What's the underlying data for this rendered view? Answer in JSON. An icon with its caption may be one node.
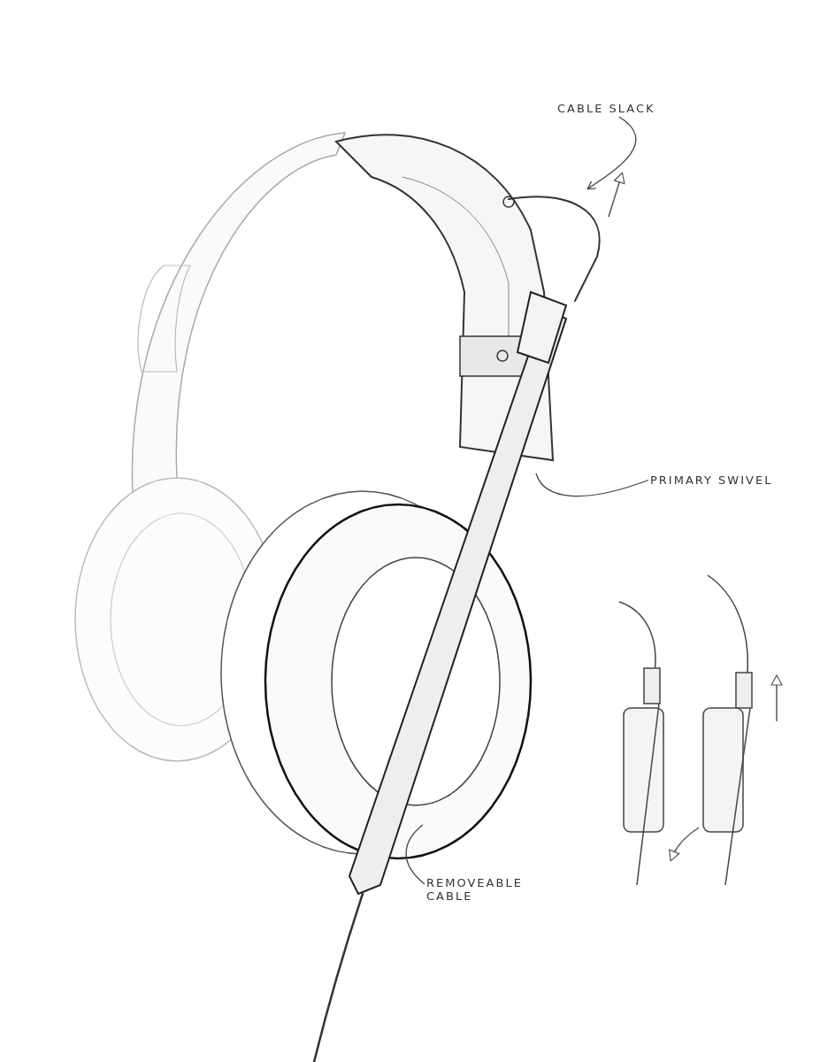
{
  "diagram": {
    "nodes": [
      {
        "text": [
          "CABLE SLACK"
        ]
      },
      {
        "text": [
          "PRIMARY SWIVEL"
        ]
      },
      {
        "text": [
          "REMOVEABLE CABLE"
        ]
      }
    ],
    "edges": [
      {
        "from": 0,
        "to": null,
        "arrow": "to"
      },
      {
        "from": 1,
        "to": null,
        "arrow": "none"
      },
      {
        "from": 2,
        "to": null,
        "arrow": "none"
      }
    ]
  }
}
